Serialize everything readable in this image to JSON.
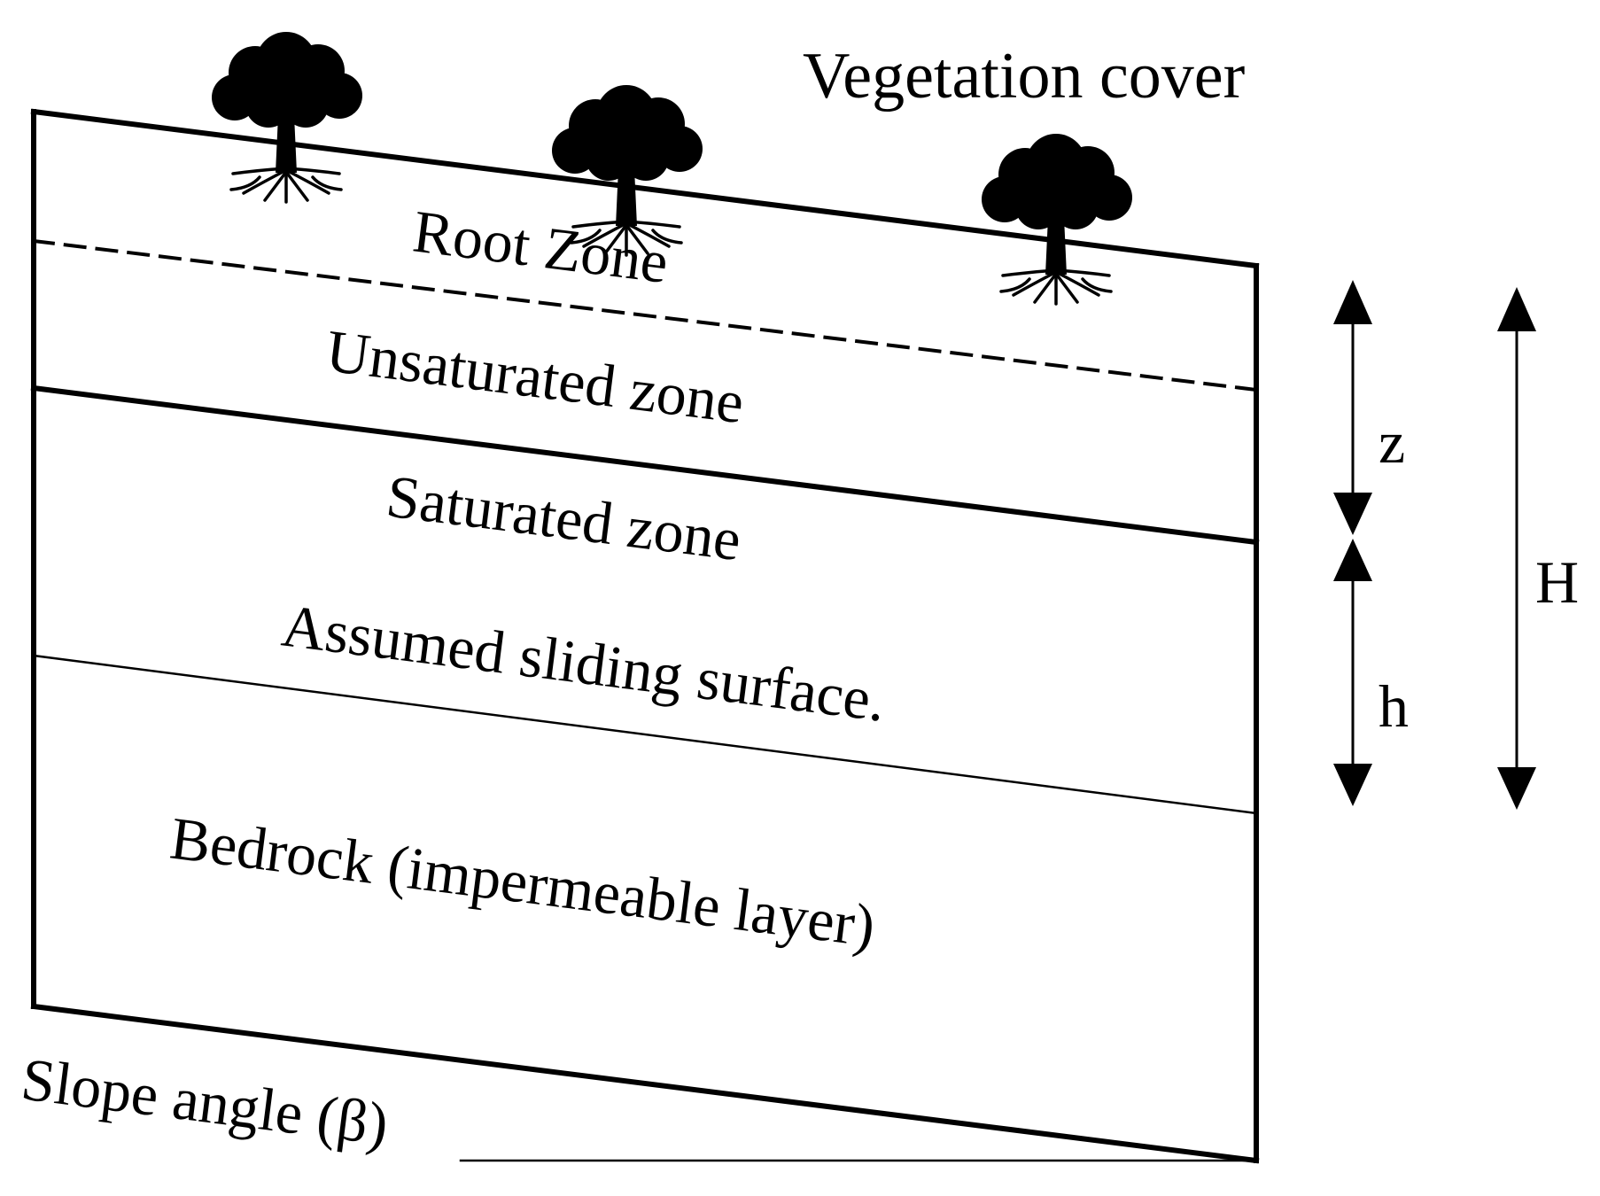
{
  "labels": {
    "vegetation_cover": "Vegetation cover",
    "root_zone": "Root Zone",
    "unsaturated_zone": "Unsaturated zone",
    "saturated_zone": "Saturated zone",
    "sliding_surface": "Assumed sliding surface.",
    "bedrock": "Bedrock (impermeable layer)",
    "slope_angle": "Slope angle (β)",
    "dim_z": "z",
    "dim_h": "h",
    "dim_H": "H"
  },
  "icons": {
    "vegetation": "tree-icon"
  },
  "colors": {
    "ink": "#000000",
    "background": "#ffffff"
  }
}
